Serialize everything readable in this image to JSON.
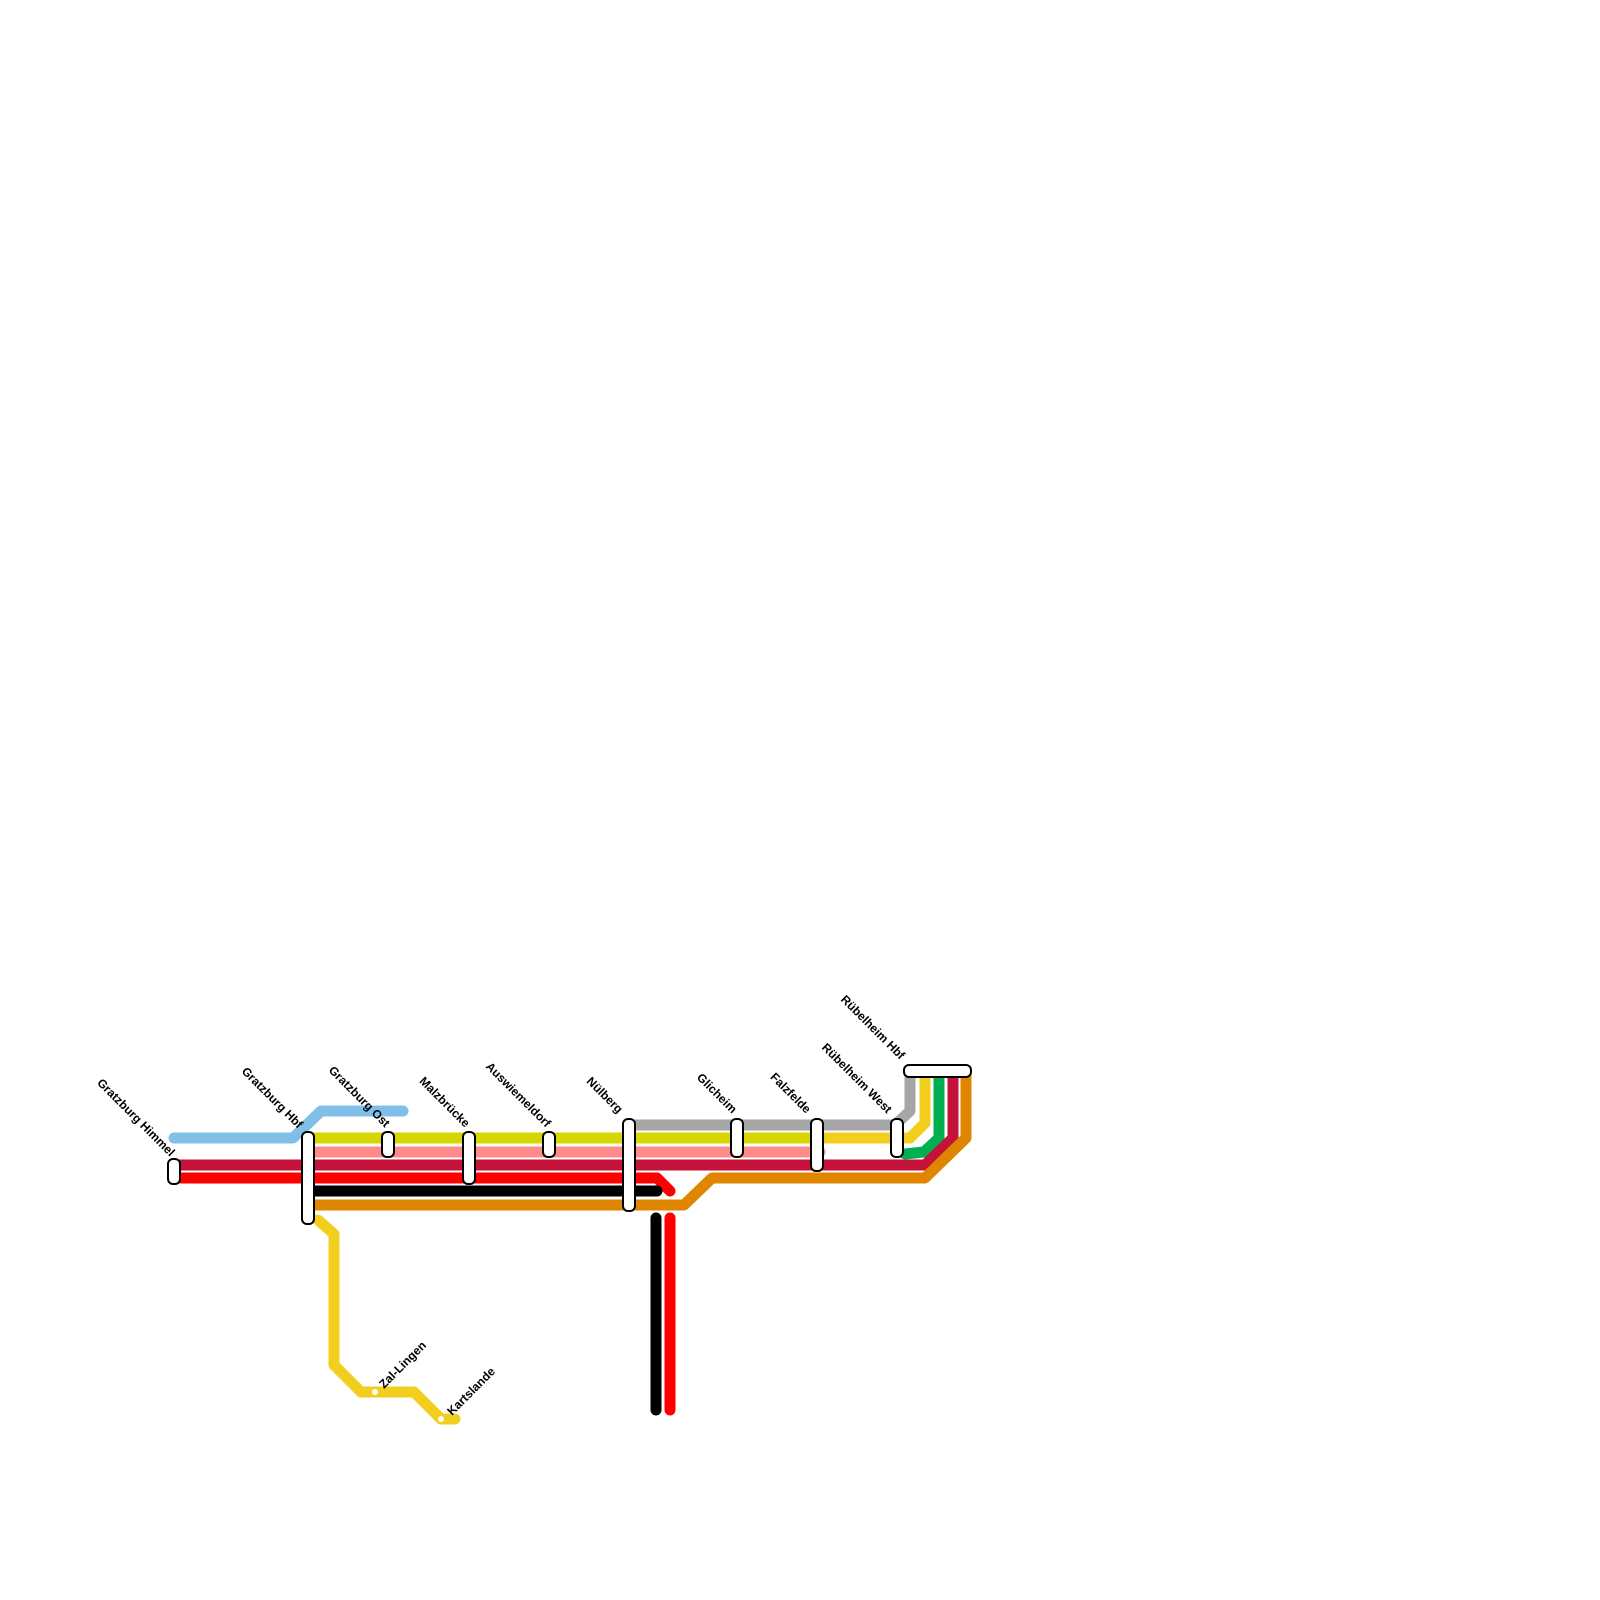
{
  "colors": {
    "light_blue": "#7fbfe8",
    "lime": "#d8d600",
    "pink": "#ff8a8a",
    "crimson": "#c4123a",
    "red": "#ff0000",
    "black": "#000000",
    "orange": "#e08500",
    "yellow": "#f2cf1f",
    "gray": "#a6a6a6",
    "green": "#00b050",
    "background": "#ffffff"
  },
  "stations": [
    {
      "id": "gratzburg-himmel",
      "name": "Gratzburg Himmel"
    },
    {
      "id": "gratzburg-hbf",
      "name": "Gratzburg Hbf"
    },
    {
      "id": "gratzburg-ost",
      "name": "Gratzburg Ost"
    },
    {
      "id": "malzbruecke",
      "name": "Malzbrücke"
    },
    {
      "id": "auswiemeldorf",
      "name": "Auswiemeldorf"
    },
    {
      "id": "nuelberg",
      "name": "Nülberg"
    },
    {
      "id": "glicheim",
      "name": "Glicheim"
    },
    {
      "id": "falzfelde",
      "name": "Falzfelde"
    },
    {
      "id": "ruebelheim-west",
      "name": "Rübelheim West"
    },
    {
      "id": "ruebelheim-hbf",
      "name": "Rübelheim Hbf"
    },
    {
      "id": "zal-lingen",
      "name": "Zal-Lingen"
    },
    {
      "id": "kartslande",
      "name": "Kartslande"
    }
  ],
  "lines": [
    {
      "id": "light-blue-line",
      "color": "light_blue"
    },
    {
      "id": "lime-line",
      "color": "lime"
    },
    {
      "id": "pink-line",
      "color": "pink"
    },
    {
      "id": "crimson-line",
      "color": "crimson"
    },
    {
      "id": "red-line",
      "color": "red"
    },
    {
      "id": "black-line",
      "color": "black"
    },
    {
      "id": "orange-line",
      "color": "orange"
    },
    {
      "id": "yellow-line",
      "color": "yellow"
    },
    {
      "id": "gray-line",
      "color": "gray"
    },
    {
      "id": "green-line",
      "color": "green"
    }
  ]
}
